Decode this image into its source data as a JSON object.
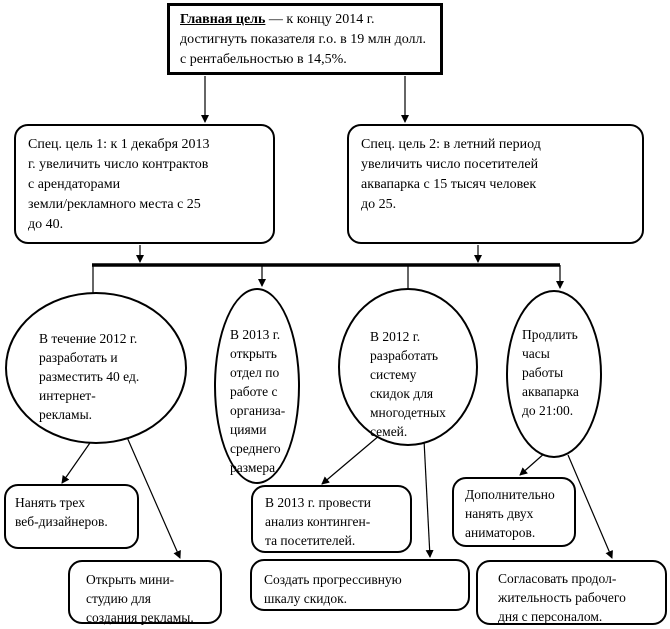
{
  "goal": {
    "lead": "Главная цель",
    "text": " — к концу 2014 г. достигнуть показателя г.о. в 19 млн долл. с рентабельностью в 14,5%."
  },
  "specific_goals": [
    {
      "text": "Спец. цель 1: к 1 декабря 2013\nг. увеличить число контрактов\nс арендаторами\nземли/рекламного места с 25\nдо 40."
    },
    {
      "text": "Спец. цель 2: в летний период\nувеличить число посетителей\nаквапарка с 15 тысяч человек\nдо 25."
    }
  ],
  "tasks": [
    {
      "text": "В течение 2012 г.\nразработать и\nразместить 40 ед.\nинтернет-\nрекламы."
    },
    {
      "text": "В 2013 г.\nоткрыть\nотдел по\nработе с\nорганиза-\nциями\nсреднего\nразмера."
    },
    {
      "text": "В 2012 г.\nразработать\nсистему\nскидок для\nмногодетных\nсемей."
    },
    {
      "text": "Продлить\nчасы\nработы\nаквапарка\nдо 21:00."
    }
  ],
  "actions": [
    {
      "text": "Нанять трех\nвеб-дизайнеров."
    },
    {
      "text": "Открыть мини-\nстудию для\nсоздания рекламы."
    },
    {
      "text": "В 2013 г. провести\nанализ континген-\nта посетителей."
    },
    {
      "text": "Создать прогрессивную\nшкалу скидок."
    },
    {
      "text": "Дополнительно\nнанять двух\nаниматоров."
    },
    {
      "text": "Согласовать продол-\nжительность рабочего\nдня с персоналом."
    }
  ]
}
